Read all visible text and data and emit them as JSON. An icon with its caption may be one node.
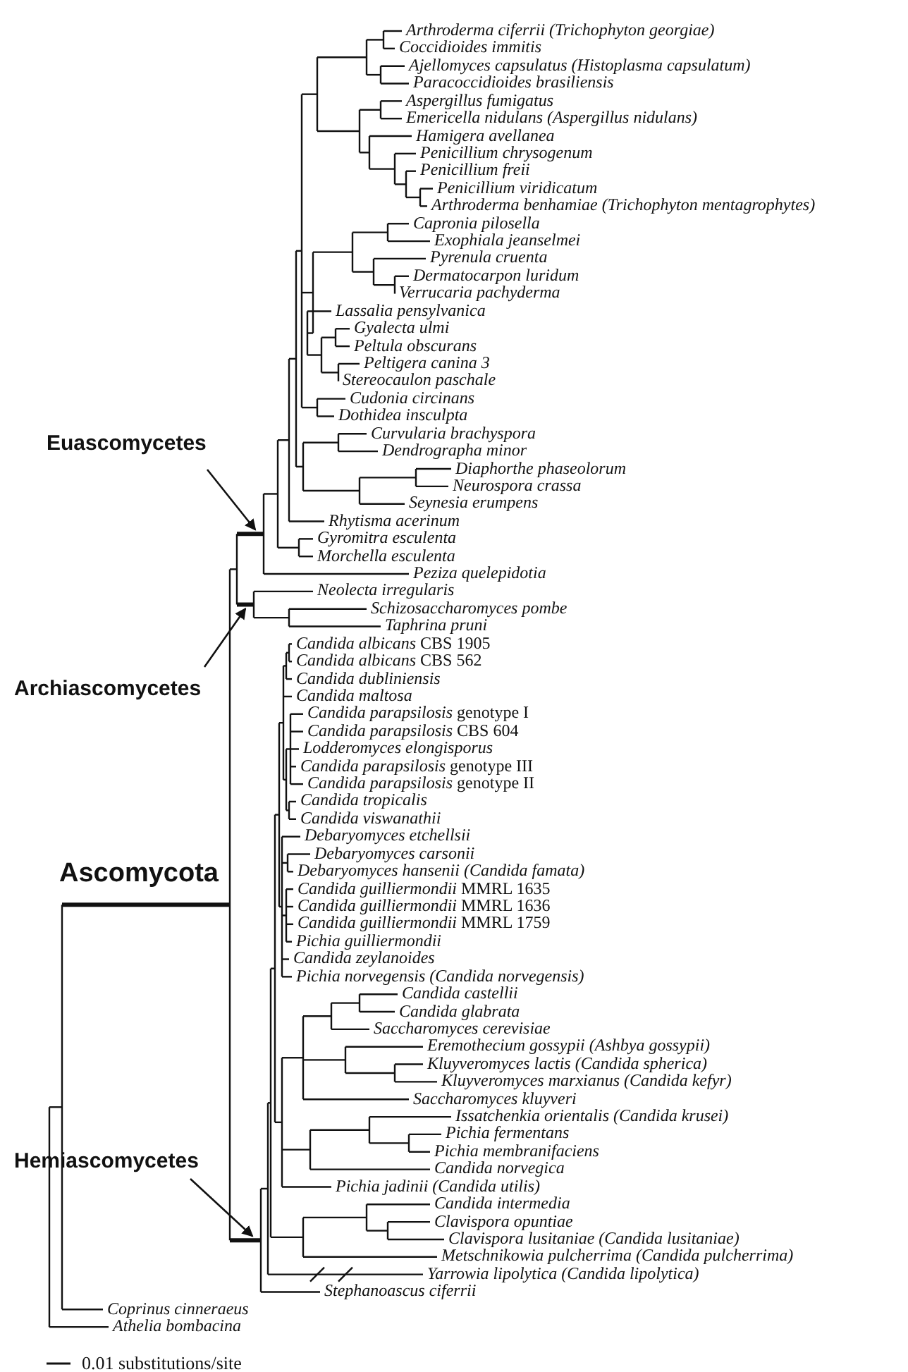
{
  "diagram": {
    "nodes": [
      {
        "text": [
          "Euascomycetes"
        ]
      },
      {
        "text": [
          "Archiascomycetes"
        ]
      },
      {
        "text": [
          "Hemiascomycetes"
        ]
      }
    ],
    "edges": [
      {
        "from": 0,
        "to": null,
        "arrow": "to"
      },
      {
        "from": 1,
        "to": null,
        "arrow": "to"
      },
      {
        "from": 2,
        "to": null,
        "arrow": "to"
      }
    ],
    "labels": [
      "Arthroderma ciferrii (Trichophyton georgiae)",
      "Coccidioides immitis",
      "Ajellomyces capsulatus (Histoplasma capsulatum)",
      "Paracoccidioides brasiliensis",
      "Aspergillus fumigatus",
      "Emericella nidulans (Aspergillus nidulans)",
      "Hamigera avellanea",
      "Penicillium chrysogenum",
      "Penicillium freii",
      "Penicillium viridicatum",
      "Arthroderma benhamiae (Trichophyton mentagrophytes)",
      "Capronia pilosella",
      "Exophiala jeanselmei",
      "Pyrenula cruenta",
      "Dermatocarpon luridum",
      "Verrucaria pachyderma",
      "Lassalia pensylvanica",
      "Gyalecta ulmi",
      "Peltula obscurans",
      "Peltigera canina 3",
      "Stereocaulon paschale",
      "Cudonia circinans",
      "Dothidea insculpta",
      "Curvularia brachyspora",
      "Dendrographa minor",
      "Diaphorthe phaseolorum",
      "Neurospora crassa",
      "Seynesia erumpens",
      "Rhytisma acerinum",
      "Gyromitra esculenta",
      "Morchella esculenta",
      "Peziza quelepidotia",
      "Neolecta irregularis",
      "Schizosaccharomyces pombe",
      "Taphrina pruni",
      "*Candida albicans* CBS 1905",
      "*Candida albicans* CBS 562",
      "Candida dubliniensis",
      "Candida maltosa",
      "*Candida parapsilosis* genotype I",
      "*Candida parapsilosis* CBS 604",
      "Lodderomyces elongisporus",
      "*Candida parapsilosis* genotype III",
      "*Candida parapsilosis* genotype II",
      "Candida tropicalis",
      "Candida viswanathii",
      "Debaryomyces etchellsii",
      "Debaryomyces carsonii",
      "Debaryomyces hansenii (Candida famata)",
      "*Candida guilliermondii* MMRL 1635",
      "*Candida guilliermondii* MMRL 1636",
      "*Candida guilliermondii* MMRL 1759",
      "Pichia guilliermondii",
      "Candida zeylanoides",
      "Pichia norvegensis (Candida norvegensis)",
      "Candida castellii",
      "Candida glabrata",
      "Saccharomyces cerevisiae",
      "Eremothecium gossypii (Ashbya gossypii)",
      "Kluyveromyces lactis (Candida spherica)",
      "Kluyveromyces marxianus (Candida kefyr)",
      "Saccharomyces kluyveri",
      "Issatchenkia orientalis (Candida krusei)",
      "Pichia fermentans",
      "Pichia membranifaciens",
      "Candida norvegica",
      "Pichia jadinii (Candida utilis)",
      "Candida intermedia",
      "Clavispora opuntiae",
      "Clavispora lusitaniae (Candida lusitaniae)",
      "Metschnikowia pulcherrima (Candida pulcherrima)",
      "Yarrowia lipolytica (Candida lipolytica)",
      "Stephanoascus ciferrii",
      "Coprinus cinneraeus",
      "Athelia bombacina",
      "Ascomycota",
      "0.01 substitutions/site"
    ]
  }
}
